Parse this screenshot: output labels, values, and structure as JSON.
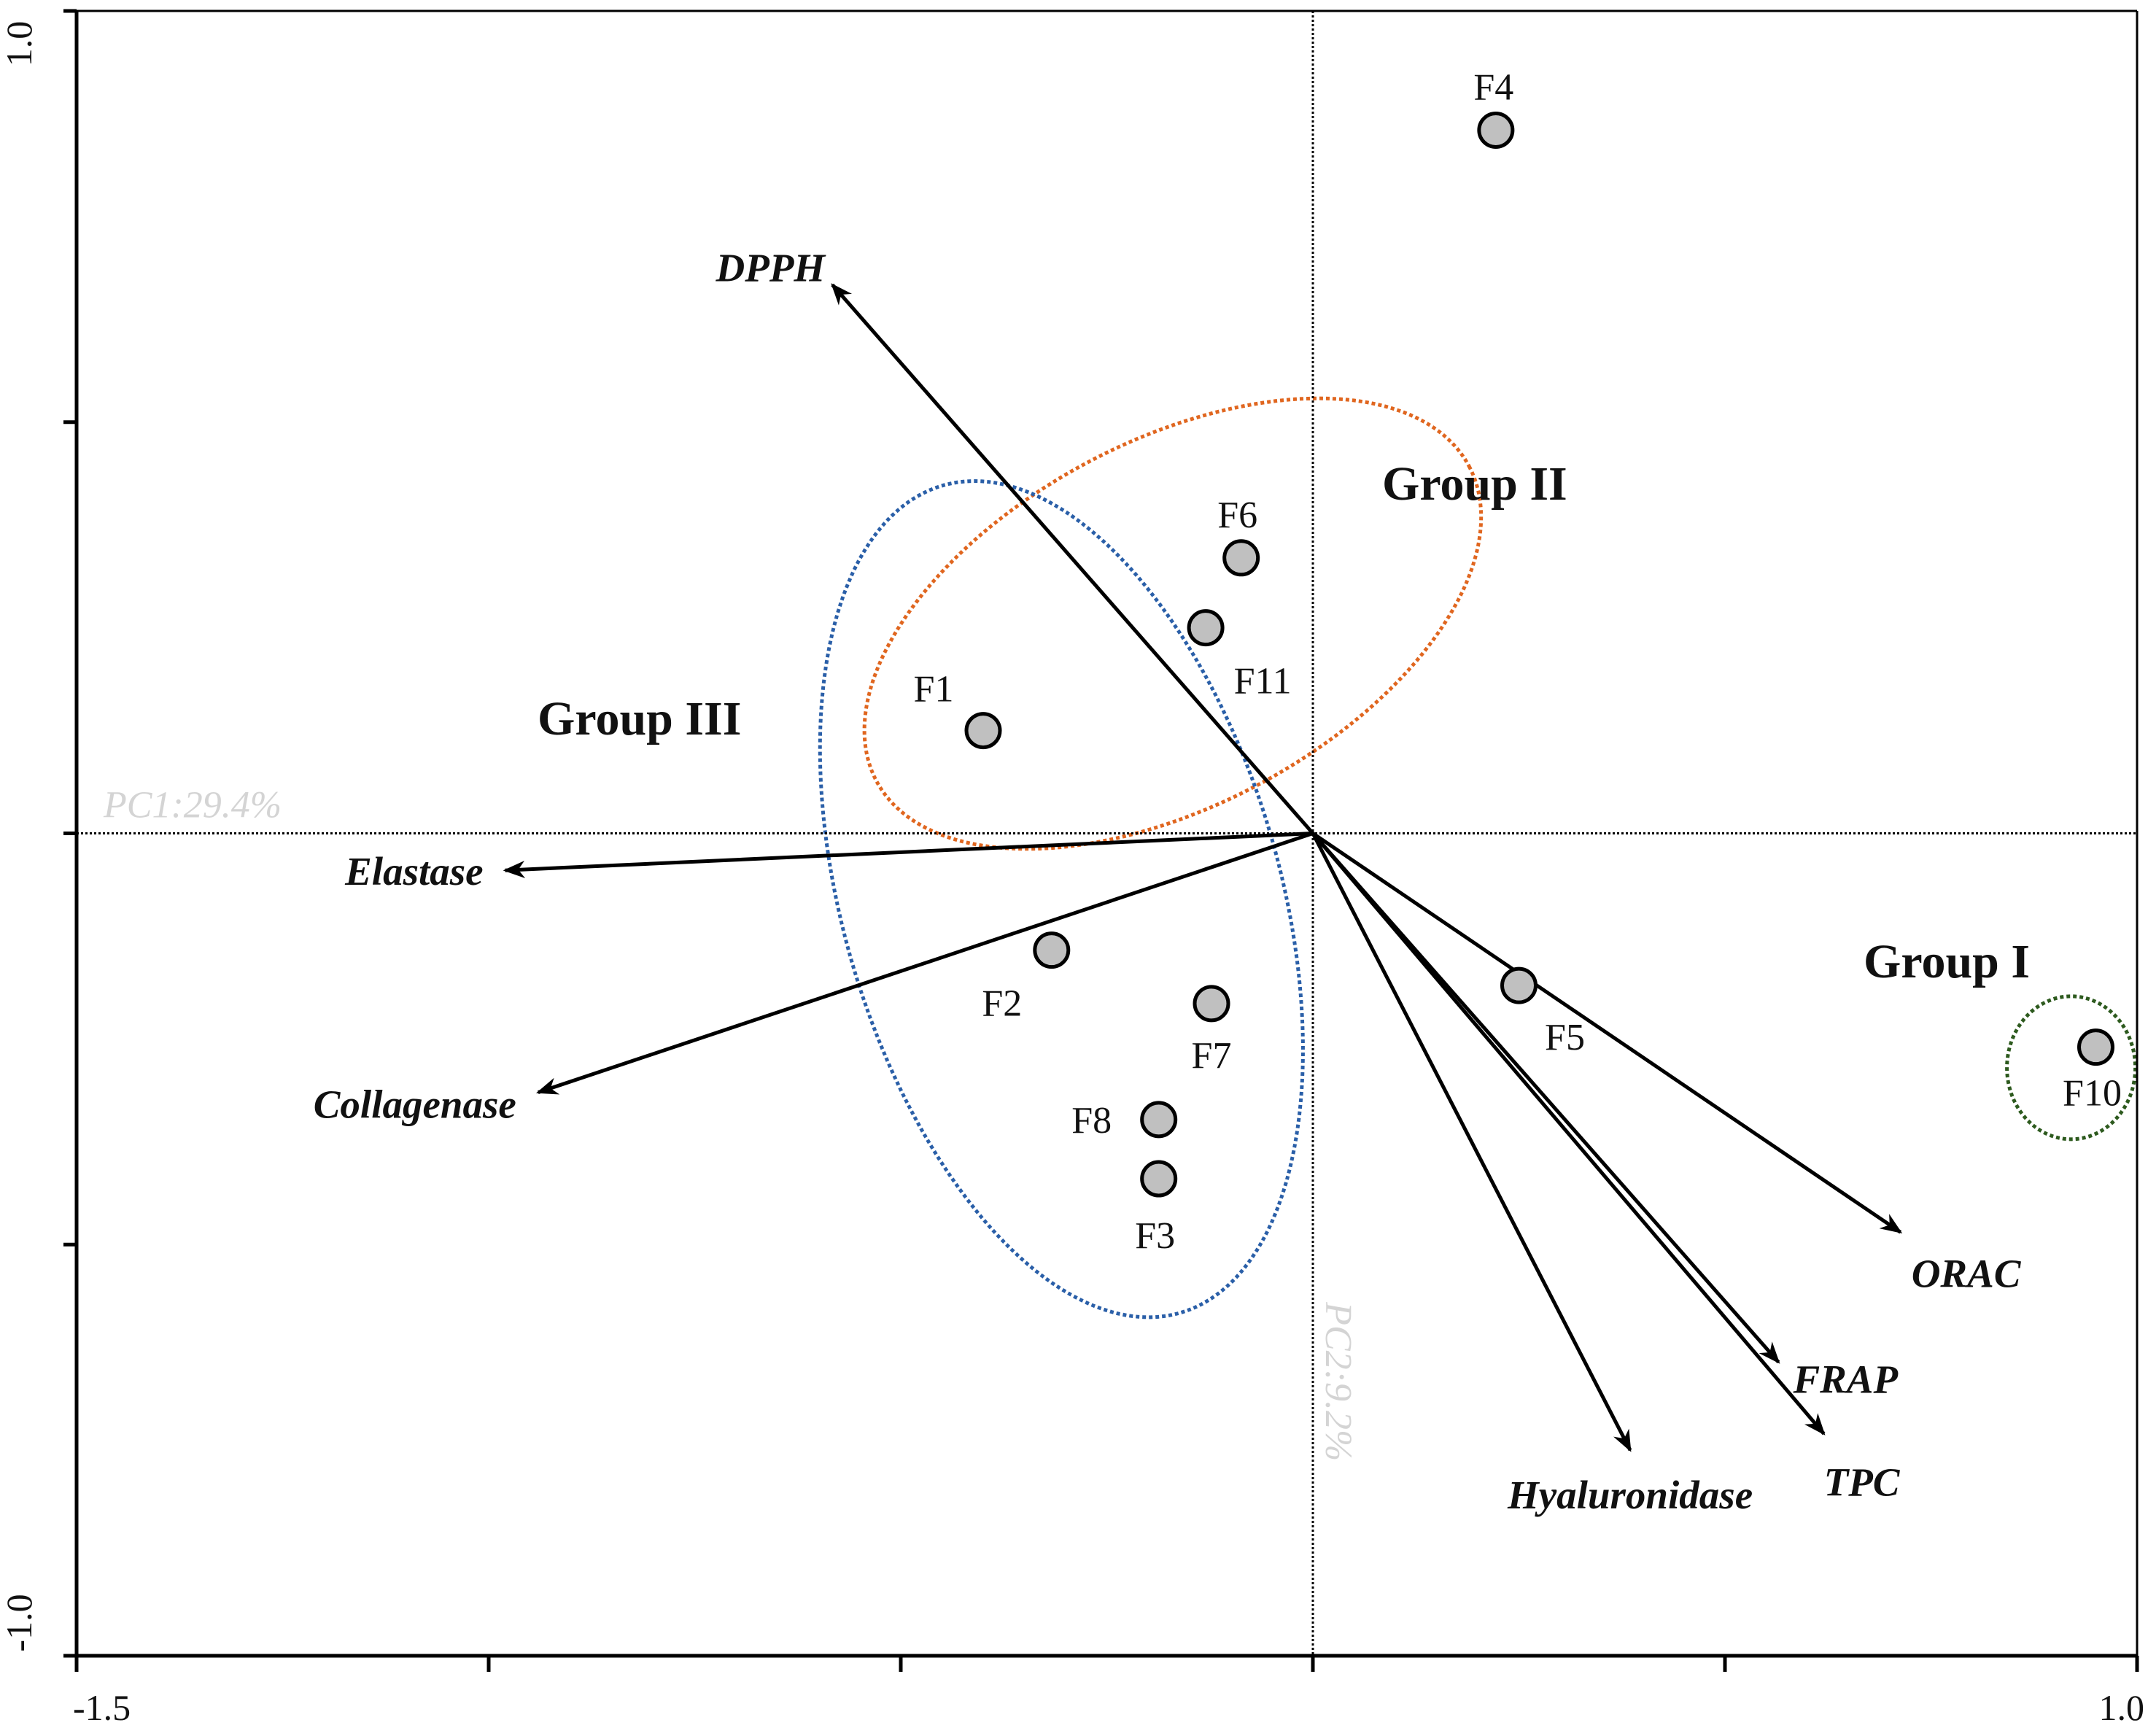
{
  "chart_data": {
    "type": "scatter",
    "subtype": "PCA biplot",
    "title": "",
    "xlabel": "PC1:29.4%",
    "ylabel": "PC2:9.2%",
    "xlim": [
      -1.5,
      1.0
    ],
    "ylim": [
      -1.0,
      1.0
    ],
    "x_ticks": [
      -1.5,
      -1.0,
      -0.5,
      0.0,
      0.5,
      1.0
    ],
    "x_tick_labels": [
      "-1.5",
      "",
      "",
      "",
      "",
      "1.0"
    ],
    "y_ticks": [
      -1.0,
      -0.5,
      0.0,
      0.5,
      1.0
    ],
    "y_tick_labels": [
      "-1.0",
      "",
      "",
      "",
      "1.0"
    ],
    "grid": false,
    "zero_lines": true,
    "observations": [
      {
        "label": "F1",
        "x": -0.4,
        "y": 0.125
      },
      {
        "label": "F2",
        "x": -0.317,
        "y": -0.142
      },
      {
        "label": "F3",
        "x": -0.187,
        "y": -0.42
      },
      {
        "label": "F4",
        "x": 0.222,
        "y": 0.855
      },
      {
        "label": "F5",
        "x": 0.25,
        "y": -0.185
      },
      {
        "label": "F6",
        "x": -0.087,
        "y": 0.335
      },
      {
        "label": "F7",
        "x": -0.123,
        "y": -0.207
      },
      {
        "label": "F8",
        "x": -0.187,
        "y": -0.348
      },
      {
        "label": "F10",
        "x": 0.95,
        "y": -0.26
      },
      {
        "label": "F11",
        "x": -0.13,
        "y": 0.25
      }
    ],
    "variables": [
      {
        "label": "DPPH",
        "x": -0.583,
        "y": 0.667
      },
      {
        "label": "Elastase",
        "x": -0.98,
        "y": -0.045
      },
      {
        "label": "Collagenase",
        "x": -0.94,
        "y": -0.315
      },
      {
        "label": "ORAC",
        "x": 0.713,
        "y": -0.485
      },
      {
        "label": "FRAP",
        "x": 0.565,
        "y": -0.643
      },
      {
        "label": "TPC",
        "x": 0.62,
        "y": -0.73
      },
      {
        "label": "Hyaluronidase",
        "x": 0.385,
        "y": -0.75
      }
    ],
    "groups": [
      {
        "label": "Group I",
        "color": "#2d5a1e",
        "members": [
          "F10"
        ]
      },
      {
        "label": "Group II",
        "color": "#e0661f",
        "members": [
          "F6",
          "F11",
          "F1"
        ]
      },
      {
        "label": "Group III",
        "color": "#2a5fa8",
        "members": [
          "F1",
          "F2",
          "F7",
          "F8",
          "F3"
        ]
      }
    ],
    "marker_fill": "#c0c0c0",
    "marker_edge": "#000000"
  }
}
